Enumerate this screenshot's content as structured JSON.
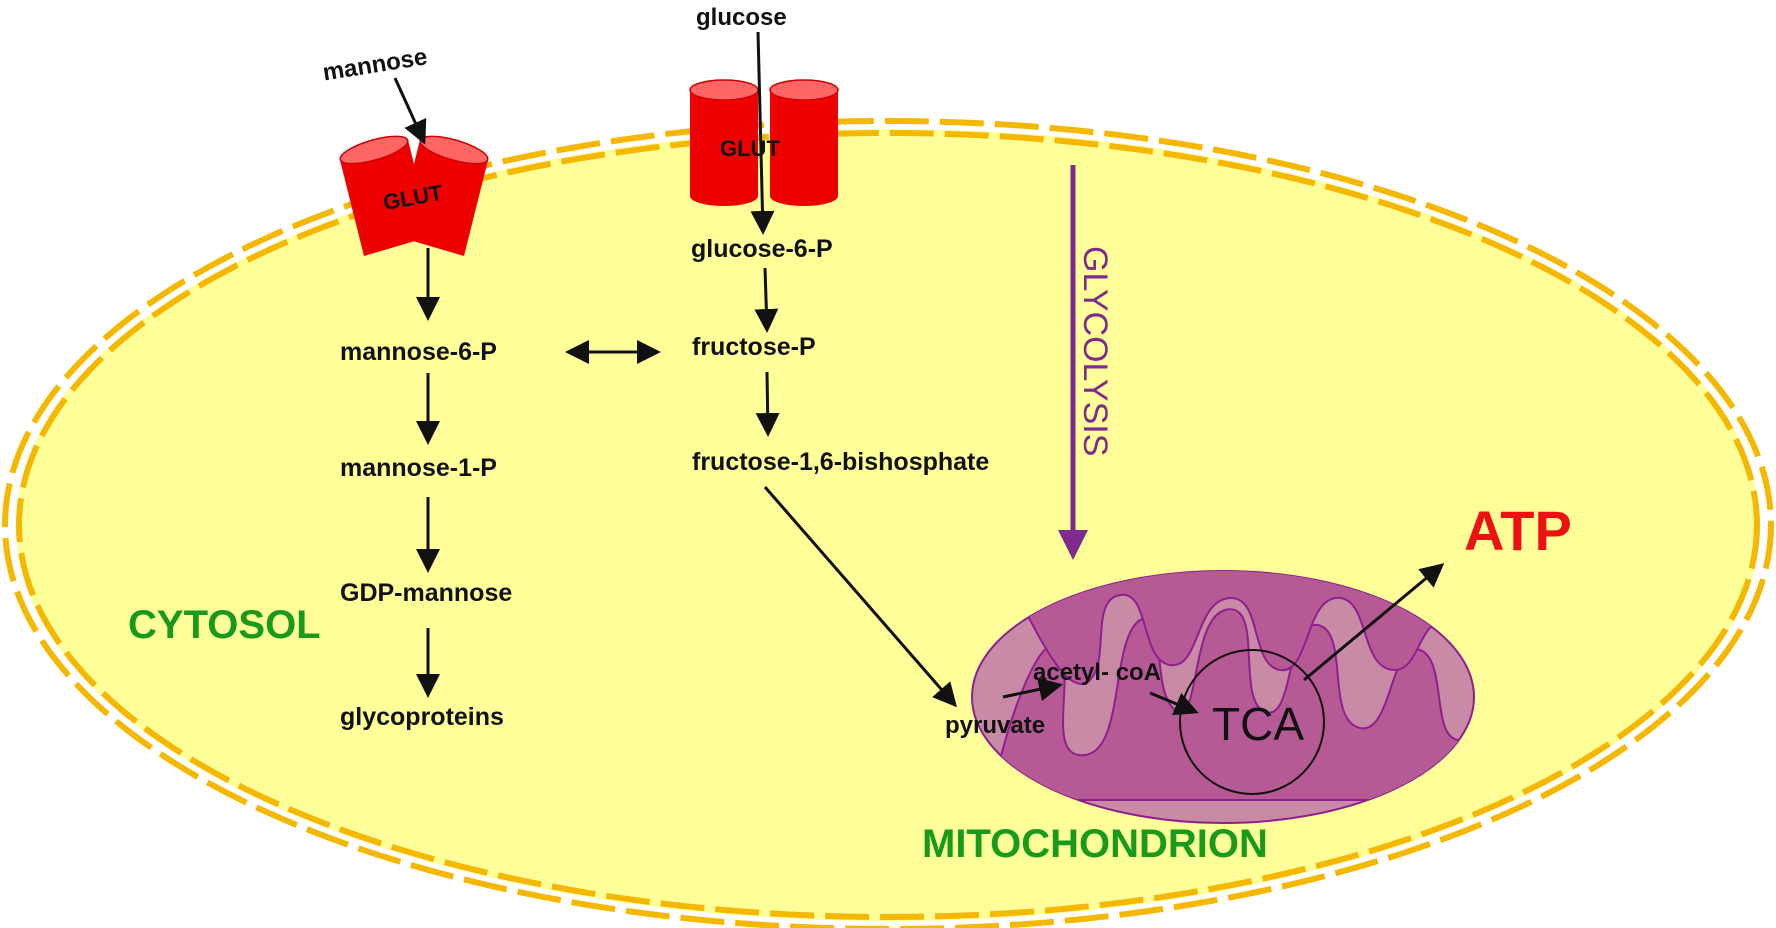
{
  "labels": {
    "mannose": "mannose",
    "glucose": "glucose",
    "glut_left": "GLUT",
    "glut_right": "GLUT",
    "glucose_6p": "glucose-6-P",
    "mannose_6p": "mannose-6-P",
    "fructose_p": "fructose-P",
    "mannose_1p": "mannose-1-P",
    "fructose_16bp": "fructose-1,6-bishosphate",
    "gdp_mannose": "GDP-mannose",
    "glycoproteins": "glycoproteins",
    "cytosol": "CYTOSOL",
    "glycolysis": "GLYCOLYSIS",
    "atp": "ATP",
    "acetyl_coa": "acetyl- coA",
    "pyruvate": "pyruvate",
    "tca": "TCA",
    "mitochondrion": "MITOCHONDRION"
  },
  "colors": {
    "cytosol_fill": "#ffff99",
    "membrane": "#f5b800",
    "glut": "#ee0000",
    "glut_top": "#ff6666",
    "glycolysis": "#7d2b8f",
    "mito_fill": "#c98aa5",
    "mito_stroke": "#8e1f8e",
    "cristae": "#b55a94",
    "region_text": "#1a9a1a",
    "atp_text": "#ee1111"
  }
}
